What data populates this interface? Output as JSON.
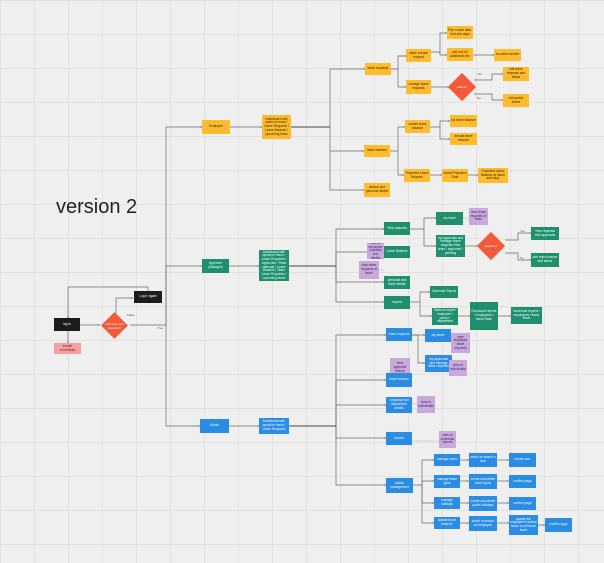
{
  "title": "version 2",
  "colors": {
    "employee": "#fdbb2d",
    "approver": "#1f8f6e",
    "admin": "#2a8de3",
    "start": "#1c1c1c",
    "error": "#f4a0a0",
    "note": "#c9a9dd",
    "decision": "#f4593a",
    "connector": "#6b6b6b"
  },
  "nodes": {
    "login": "log in",
    "login_error": "invalid credentials",
    "check_login": "valid user and password",
    "login_again": "Log in again",
    "employee": "Employee",
    "employee_dashboard": "Dashboard with quota for leave / Leave Requests / Leave Balance / Upcoming leave",
    "leave_requests": "leave requests",
    "make_request": "make a leave request",
    "pick_date": "Pick a start date, end and days",
    "add_reason": "add text for additional info",
    "confirm_screen": "a confirm screen",
    "manage_requests": "manage leave requests",
    "check_status": "status?",
    "edit_leave": "edit leave requests and status",
    "edit_status": "edit and/or delete",
    "leave_balance": "leave balance",
    "current_status": "current leave balance",
    "full_leave": "full leave balance",
    "annual_leave": "annual leave balance",
    "projected_leave": "Projected Leave Balance",
    "future_date": "future Projection Date",
    "projected_total": "Projected Leave Balance at future and days",
    "annual_personal": "annual and personal details",
    "approver": "Approver (Manager)",
    "approver_dashboard": "Dashboard with quota for leave / Leave Requests / Approvals / Team calendar / Leave Balance / Team Leave Requests / Upcoming leave",
    "view_requests": "View requests",
    "my_team": "my team",
    "team_requests": "my approvals and manage leave requests from team / approved / pending",
    "approve_decision": "approve?",
    "approved_req": "View requests with approvals",
    "rejected_req": "add reject reason and status",
    "note1": "view leave requests of team",
    "note2": "view all employee requests and details",
    "note3": "note leave requests of team",
    "leave_balance_team": "Leave Balance",
    "personal_details": "personal and leave details",
    "reports": "reports",
    "generate_report": "Generate Report",
    "report_leave": "Select a report / employee / period / department",
    "leave_stats": "Download reports / employees / leave leave",
    "admin": "Admin",
    "admin_dashboard": "Dashboard with quota for leave / Leave Requests",
    "leave_requests_admin": "leave requests",
    "my_leave": "my leave",
    "my_approvals": "my approvals and manage leave requests",
    "note4": "view employee leave requests",
    "note5": "view or edit details",
    "leave_balance_admin": "leave balance",
    "policy": "company and department details",
    "note6": "view approval history",
    "reports_admin": "reports",
    "note7": "view or download reports",
    "admin_mgmt": "admin management",
    "manage_users": "manage users",
    "add_user": "select or search a user",
    "create_user": "create user",
    "manage_types": "manage leave types",
    "create_type": "create and delete leave types",
    "confirm_type": "confirm page",
    "manage_holidays": "manage holidays",
    "create_holiday": "create and delete public holidays",
    "confirm_holiday": "confirm page",
    "update_balance": "update leave balance",
    "select_user": "select or search an employee",
    "update_value": "update the employee's annual leave or personal leave",
    "confirm_update": "confirm page"
  },
  "edge_labels": {
    "yes": "Yes",
    "no": "No",
    "true": "True",
    "false": "False"
  }
}
